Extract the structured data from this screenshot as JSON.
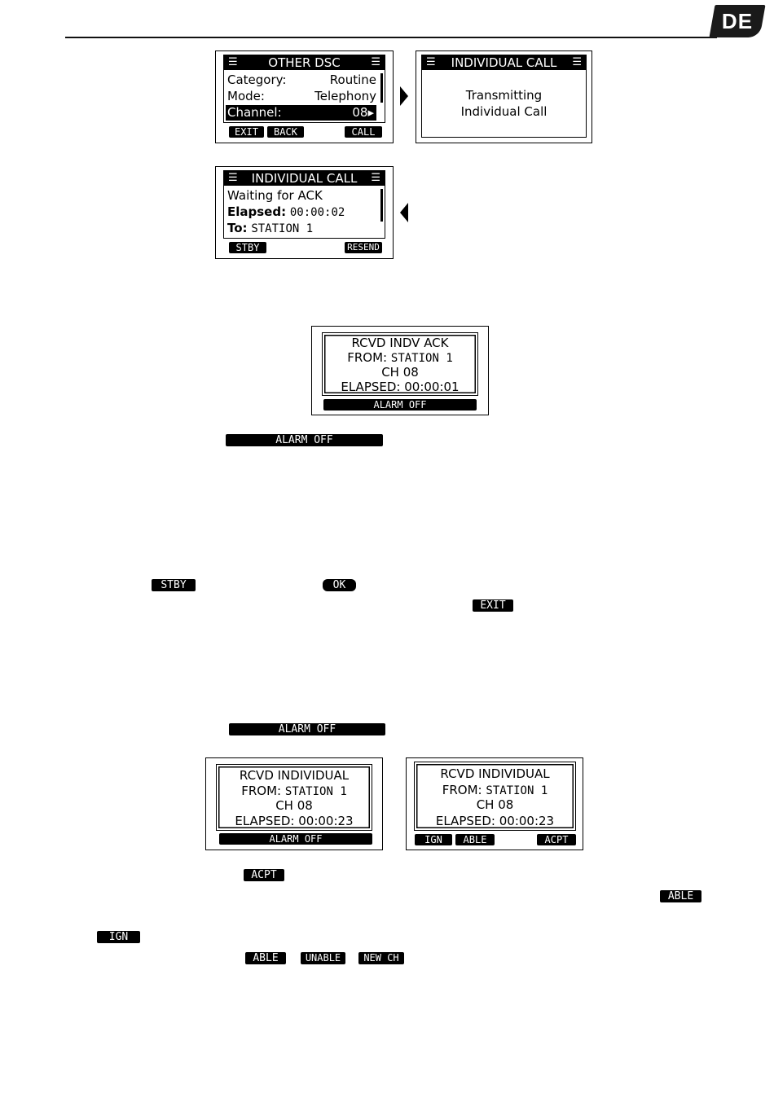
{
  "header": {
    "lang_tab": "DE"
  },
  "screen1": {
    "title": "OTHER DSC",
    "rows": [
      {
        "label": "Category:",
        "value": "Routine"
      },
      {
        "label": "Mode:",
        "value": "Telephony"
      },
      {
        "label": "Channel:",
        "value": "08▸"
      }
    ],
    "softkeys": [
      "EXIT",
      "BACK",
      "CALL"
    ]
  },
  "screen2": {
    "title": "INDIVIDUAL CALL",
    "line1": "Transmitting",
    "line2": "Individual Call"
  },
  "screen3": {
    "title": "INDIVIDUAL CALL",
    "status": "Waiting for ACK",
    "elapsed_label": "Elapsed:",
    "elapsed_value": "00:00:02",
    "to_label": "To:",
    "to_value": "STATION 1",
    "softkeys": [
      "STBY",
      "RESEND"
    ]
  },
  "screen4": {
    "line1": "RCVD INDV ACK",
    "from_label": "FROM:",
    "from_value": "STATION 1",
    "channel": "CH 08",
    "elapsed": "ELAPSED: 00:00:01",
    "softkey": "ALARM OFF"
  },
  "screen5": {
    "line1": "RCVD INDIVIDUAL",
    "from_label": "FROM:",
    "from_value": "STATION 1",
    "channel": "CH 08",
    "elapsed": "ELAPSED: 00:00:23",
    "softkey": "ALARM OFF"
  },
  "screen6": {
    "line1": "RCVD INDIVIDUAL",
    "from_label": "FROM:",
    "from_value": "STATION 1",
    "channel": "CH 08",
    "elapsed": "ELAPSED: 00:00:23",
    "softkeys": [
      "IGN",
      "ABLE",
      "ACPT"
    ]
  },
  "inline_keys": {
    "alarm_off_1": "ALARM OFF",
    "stby": "STBY",
    "ok": "OK",
    "exit": "EXIT",
    "alarm_off_2": "ALARM OFF",
    "acpt": "ACPT",
    "able_1": "ABLE",
    "ign": "IGN",
    "able_2": "ABLE",
    "unable": "UNABLE",
    "newch": "NEW CH"
  }
}
